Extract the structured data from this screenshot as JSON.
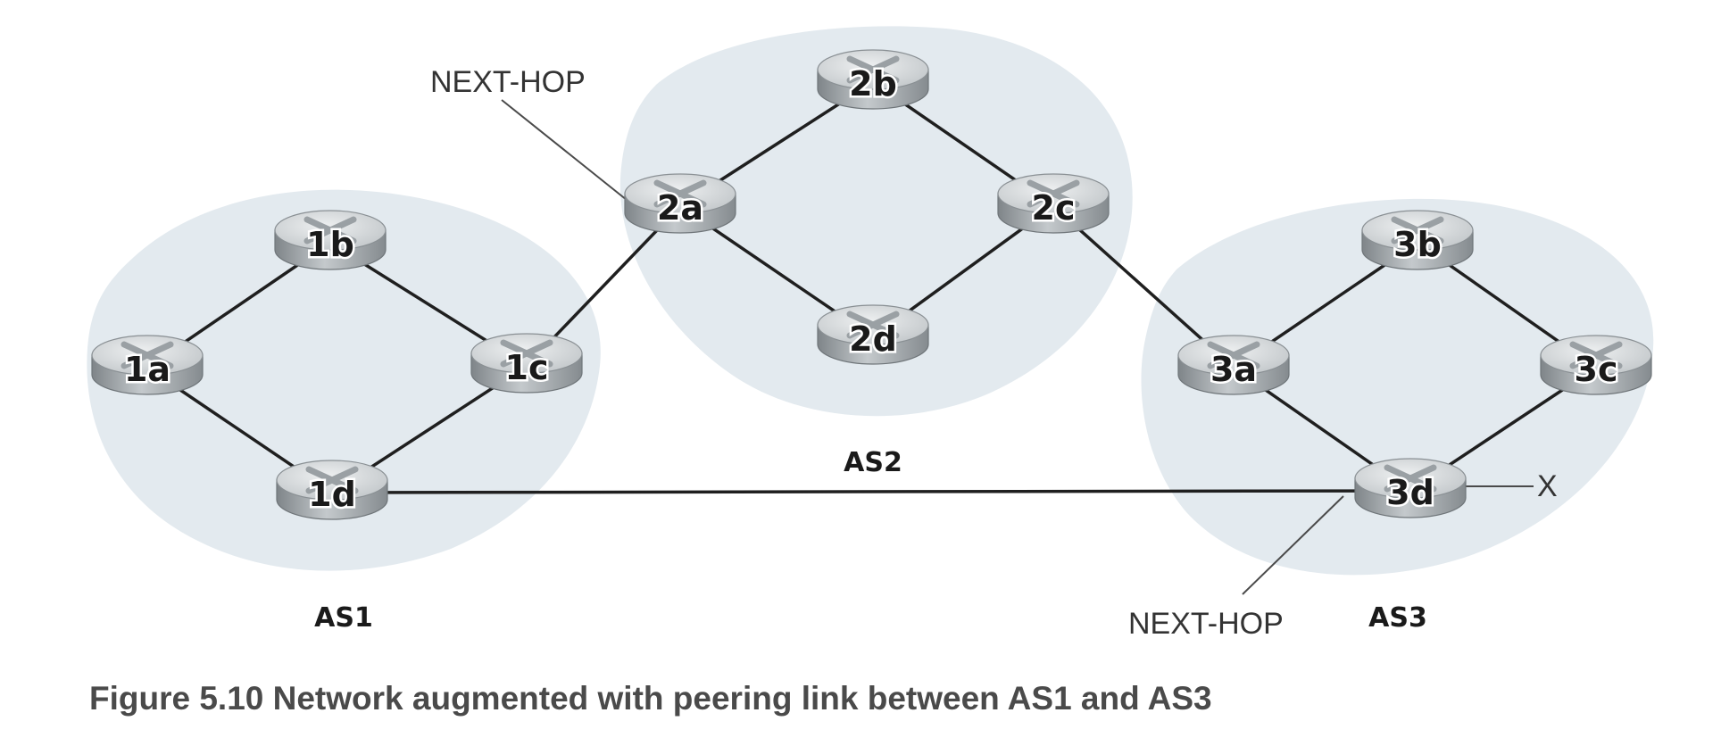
{
  "caption": "Figure 5.10 Network augmented with peering link between AS1 and AS3",
  "annotations": {
    "next_hop_top": "NEXT-HOP",
    "next_hop_bottom": "NEXT-HOP",
    "destination": "X"
  },
  "systems": [
    {
      "id": "as1",
      "label": "AS1"
    },
    {
      "id": "as2",
      "label": "AS2"
    },
    {
      "id": "as3",
      "label": "AS3"
    }
  ],
  "routers": [
    {
      "id": "1a",
      "label": "1a",
      "as": "as1"
    },
    {
      "id": "1b",
      "label": "1b",
      "as": "as1"
    },
    {
      "id": "1c",
      "label": "1c",
      "as": "as1"
    },
    {
      "id": "1d",
      "label": "1d",
      "as": "as1"
    },
    {
      "id": "2a",
      "label": "2a",
      "as": "as2"
    },
    {
      "id": "2b",
      "label": "2b",
      "as": "as2"
    },
    {
      "id": "2c",
      "label": "2c",
      "as": "as2"
    },
    {
      "id": "2d",
      "label": "2d",
      "as": "as2"
    },
    {
      "id": "3a",
      "label": "3a",
      "as": "as3"
    },
    {
      "id": "3b",
      "label": "3b",
      "as": "as3"
    },
    {
      "id": "3c",
      "label": "3c",
      "as": "as3"
    },
    {
      "id": "3d",
      "label": "3d",
      "as": "as3"
    }
  ],
  "links": [
    [
      "1a",
      "1b"
    ],
    [
      "1b",
      "1c"
    ],
    [
      "1a",
      "1d"
    ],
    [
      "1c",
      "1d"
    ],
    [
      "2a",
      "2b"
    ],
    [
      "2b",
      "2c"
    ],
    [
      "2a",
      "2d"
    ],
    [
      "2c",
      "2d"
    ],
    [
      "3a",
      "3b"
    ],
    [
      "3b",
      "3c"
    ],
    [
      "3a",
      "3d"
    ],
    [
      "3c",
      "3d"
    ],
    [
      "1c",
      "2a"
    ],
    [
      "2c",
      "3a"
    ],
    [
      "1d",
      "3d"
    ]
  ],
  "colors": {
    "as_region": "#e3eaef",
    "link": "#1f1f1f",
    "router_top": "#cfd3d6",
    "router_side": "#8e9498",
    "router_mark": "#9aa0a4"
  }
}
